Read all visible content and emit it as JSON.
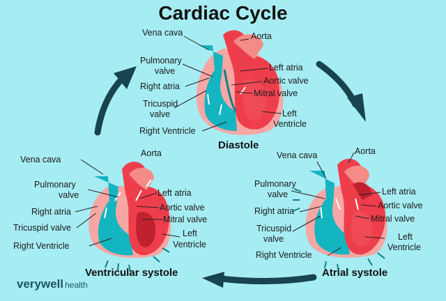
{
  "title": "Cardiac Cycle",
  "phases": {
    "diastole": "Diastole",
    "atrial_systole": "Atrial systole",
    "ventricular_systole": "Ventricular systole"
  },
  "labels": {
    "vena_cava": "Vena cava",
    "aorta": "Aorta",
    "pulmonary_valve_1": "Pulmonary",
    "pulmonary_valve_2": "valve",
    "right_atria": "Right atria",
    "tricuspid_valve": "Tricuspid valve",
    "tricuspid_1": "Tricuspid",
    "tricuspid_2": "valve",
    "right_ventricle": "Right Ventricle",
    "left_atria": "Left atria",
    "aortic_valve": "Aortic valve",
    "mitral_valve": "Mitral valve",
    "left_ventricle_1": "Left",
    "left_ventricle_2": "Ventricle"
  },
  "brand": {
    "name": "verywell",
    "suffix": "health"
  },
  "colors": {
    "background": "#a6ecf3",
    "right_heart": "#12b5c0",
    "right_heart_dark": "#0e7f89",
    "left_heart": "#ee3e4c",
    "left_heart_dark": "#c0212f",
    "pericardium": "#f6a7a4",
    "cycle_arrow": "#17444d"
  }
}
